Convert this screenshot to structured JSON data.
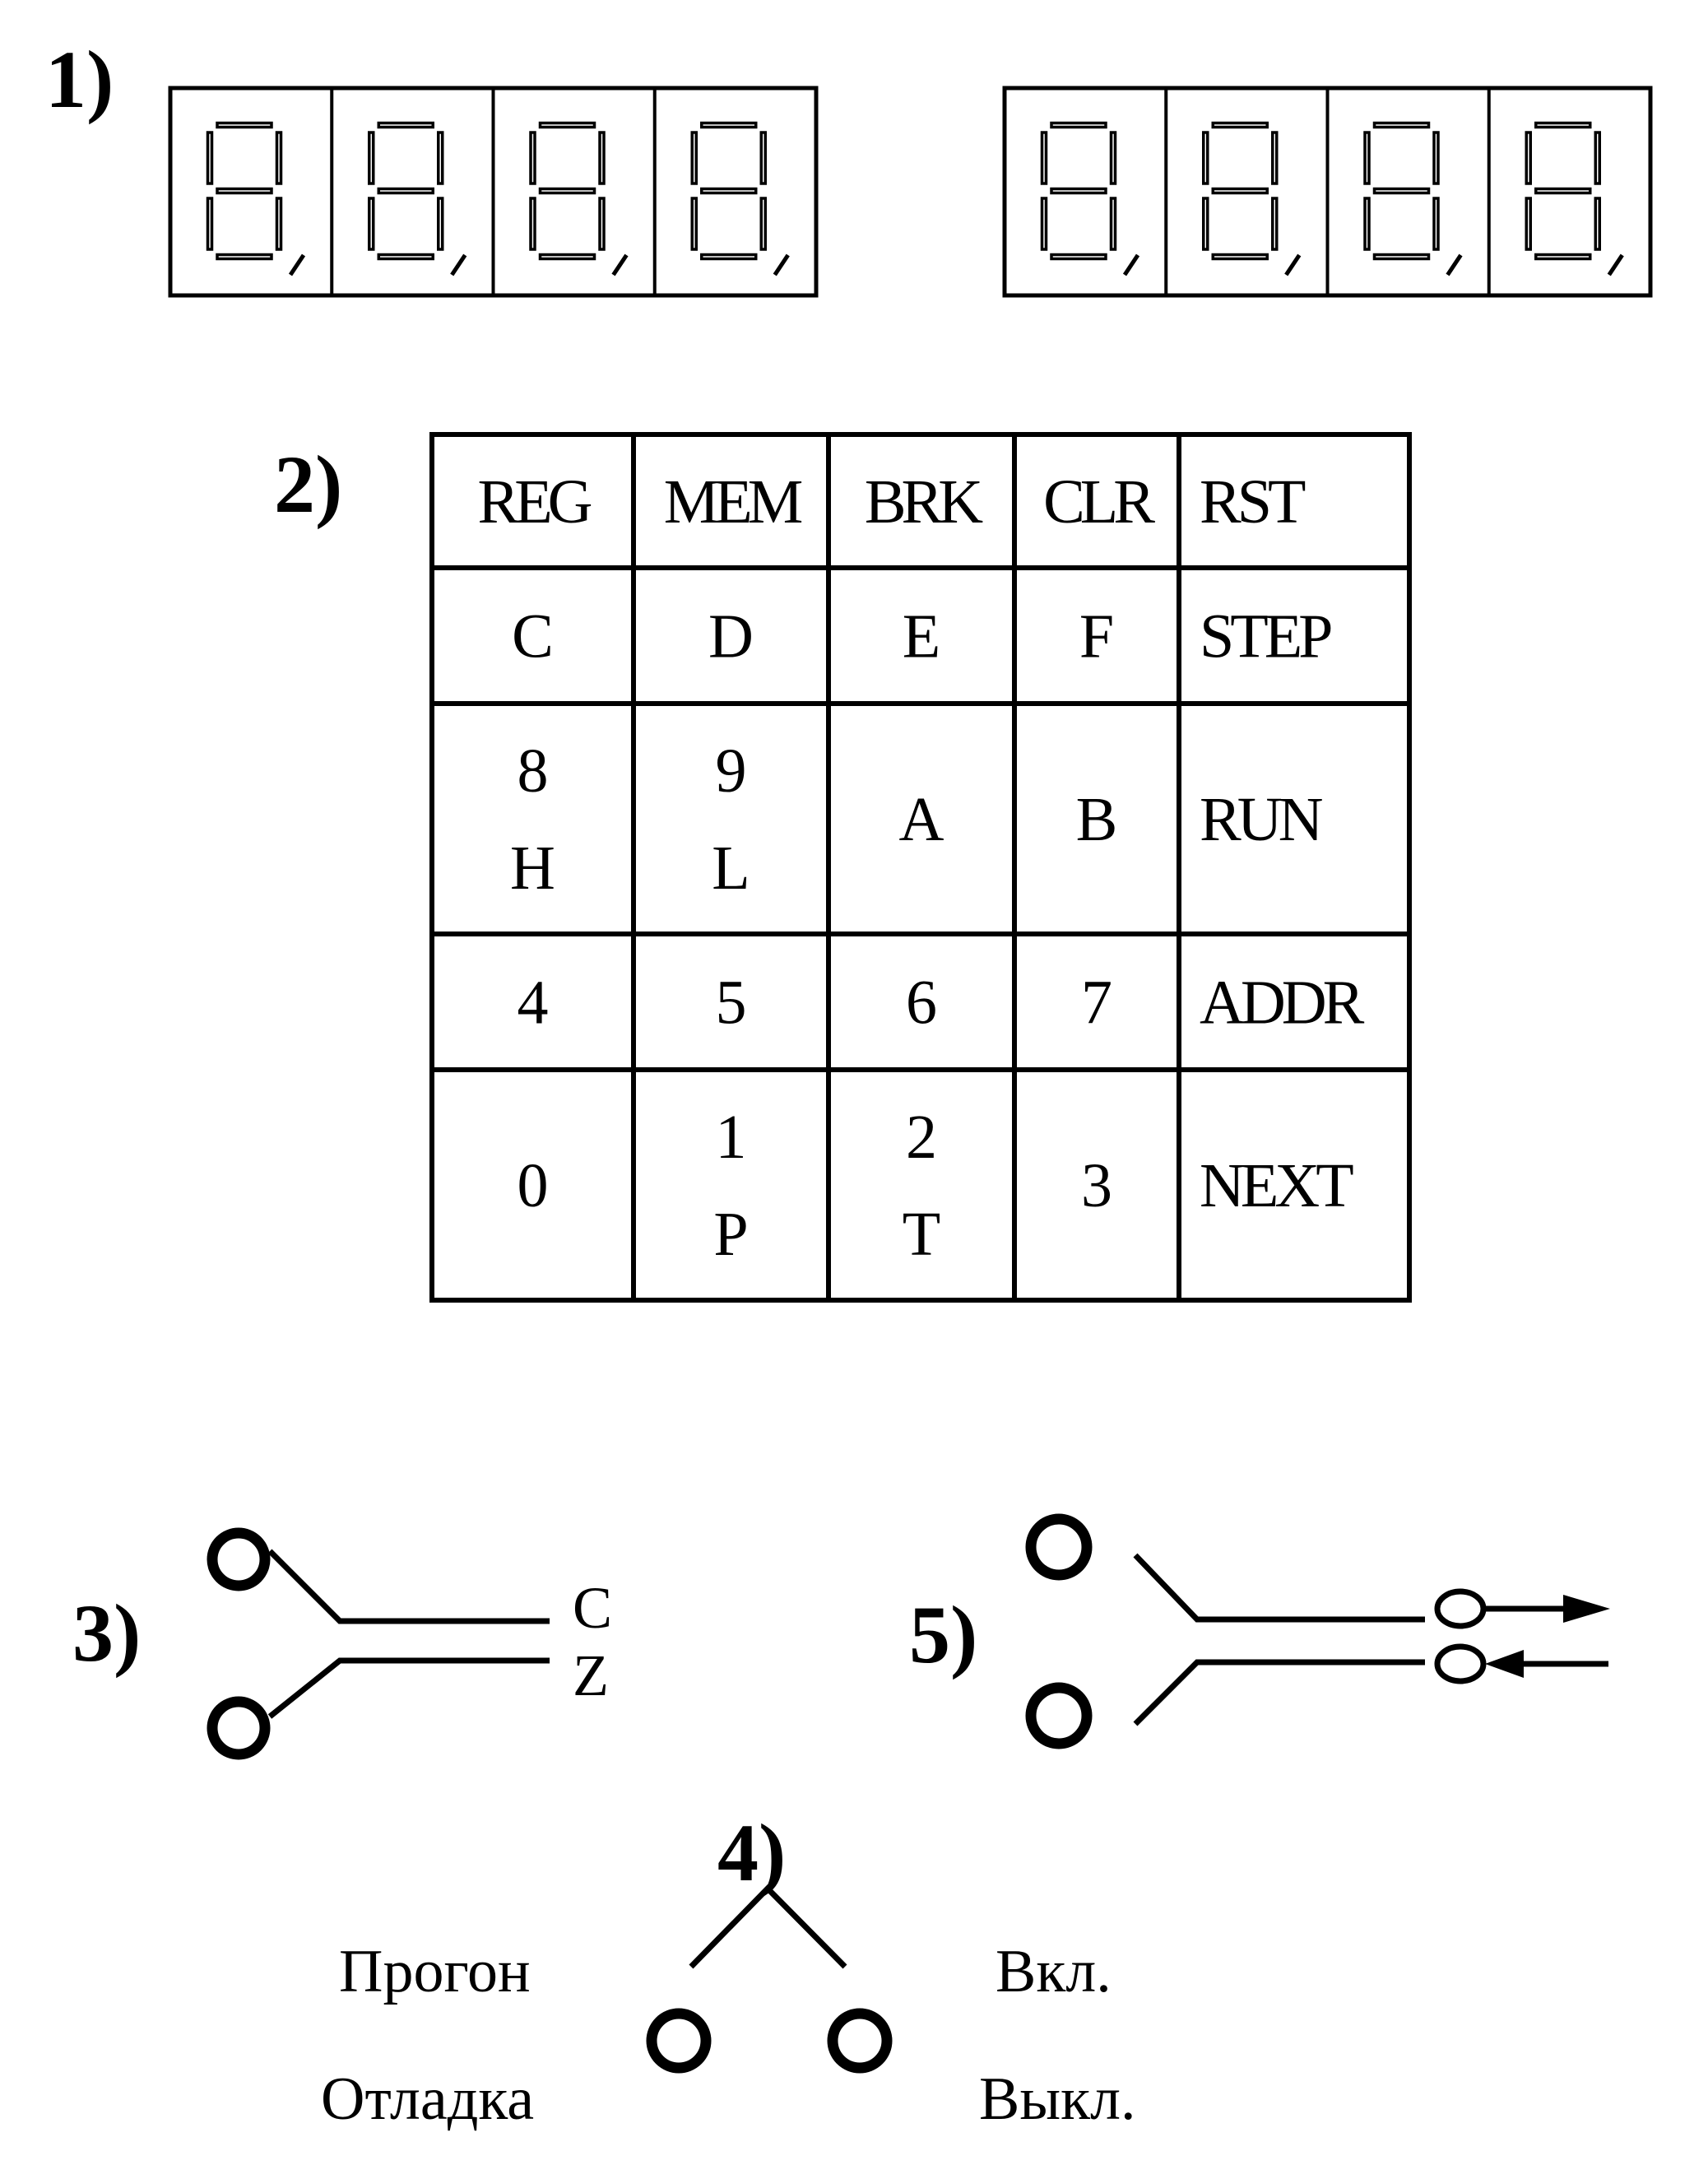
{
  "labels": {
    "s1": "1)",
    "s2": "2)",
    "s3": "3)",
    "s4": "4)",
    "s5": "5)"
  },
  "keypad": {
    "rows": [
      [
        [
          "REG"
        ],
        [
          "MEM"
        ],
        [
          "BRK"
        ],
        [
          "CLR"
        ],
        [
          "RST"
        ]
      ],
      [
        [
          "C"
        ],
        [
          "D"
        ],
        [
          "E"
        ],
        [
          "F"
        ],
        [
          "STEP"
        ]
      ],
      [
        [
          "8",
          "H"
        ],
        [
          "9",
          "L"
        ],
        [
          "A"
        ],
        [
          "B"
        ],
        [
          "RUN"
        ]
      ],
      [
        [
          "4"
        ],
        [
          "5"
        ],
        [
          "6"
        ],
        [
          "7"
        ],
        [
          "ADDR"
        ]
      ],
      [
        [
          "0"
        ],
        [
          "1",
          "P"
        ],
        [
          "2",
          "T"
        ],
        [
          "3"
        ],
        [
          "NEXT"
        ]
      ]
    ]
  },
  "switch3": {
    "top": "C",
    "bottom": "Z"
  },
  "switch4": {
    "left_top": "Прогон",
    "left_bottom": "Отладка",
    "right_top": "Вкл.",
    "right_bottom": "Выкл."
  },
  "display_groups": 2,
  "digits_per_group": 4
}
